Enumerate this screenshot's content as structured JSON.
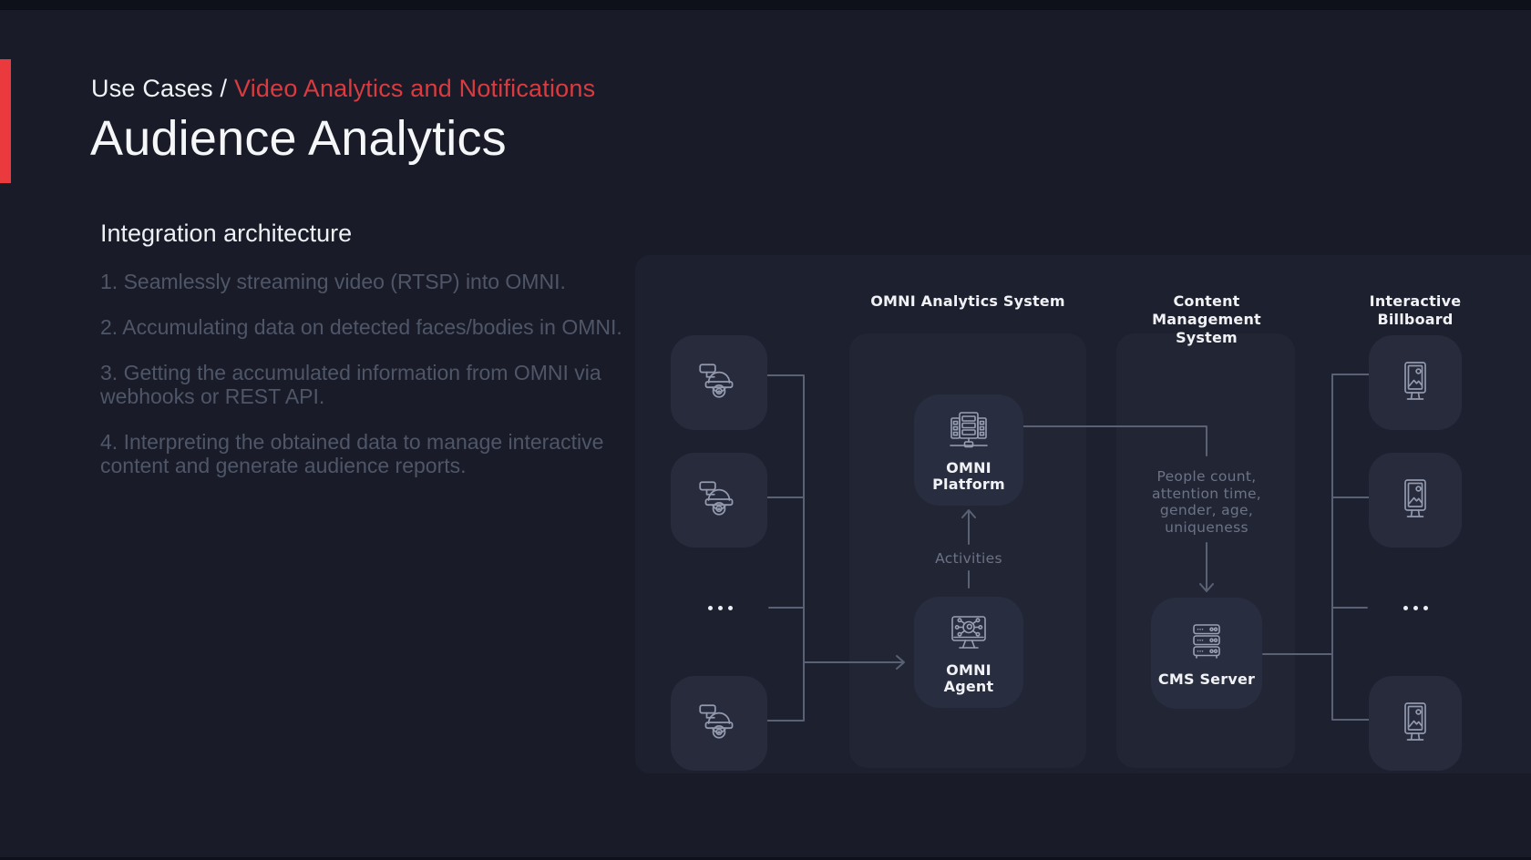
{
  "colors": {
    "accent_red_text": "#d93b40",
    "accent_red_bar": "#eb3a3e",
    "slide_background": "#191c28",
    "diagram_background": "#1d202e",
    "panel_background": "#222634",
    "tile_background": "#272b3c",
    "connector_line": "#5a6174",
    "icon_stroke": "#939aae",
    "muted_label": "#6c7386",
    "list_text": "#4f5668",
    "white_text": "#f2f3f7"
  },
  "breadcrumb": {
    "section": "Use Cases",
    "separator": " / ",
    "page": "Video Analytics and Notifications"
  },
  "title": "Audience Analytics",
  "sidebar": {
    "heading": "Integration architecture",
    "items": [
      "1. Seamlessly streaming video (RTSP) into OMNI.",
      "2. Accumulating data on detected faces/bodies in OMNI.",
      "3. Getting the accumulated information from OMNI via webhooks or REST API.",
      "4. Interpreting the obtained data to manage interactive content and generate audience reports."
    ]
  },
  "diagram": {
    "columns": [
      "OMNI Analytics System",
      "Content Management System",
      "Interactive Billboard"
    ],
    "nodes": {
      "omni_platform": "OMNI Platform",
      "omni_agent": "OMNI Agent",
      "cms_server": "CMS Server"
    },
    "edge_labels": {
      "activities": "Activities",
      "cms_payload": "People count, attention time, gender, age, uniqueness"
    },
    "camera_row_ellipsis": "...",
    "billboard_row_ellipsis": "...",
    "icons": {
      "camera": "dome-camera-icon",
      "platform": "server-rack-network-icon",
      "agent": "monitor-ai-vision-icon",
      "cms": "server-stack-icon",
      "billboard": "digital-billboard-icon"
    }
  }
}
